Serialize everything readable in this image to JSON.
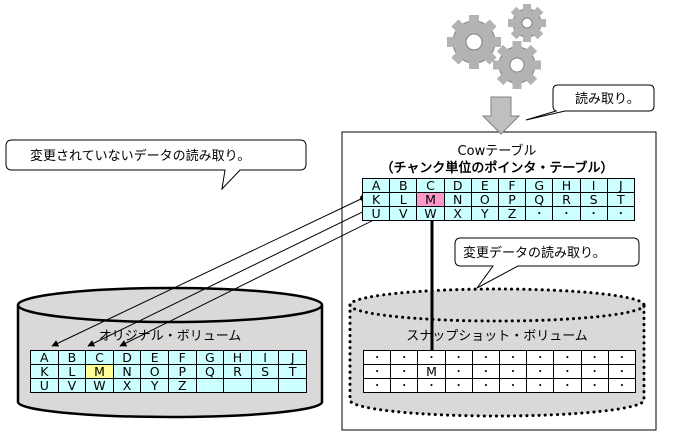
{
  "callouts": {
    "unchanged_read": "変更されていないデータの読み取り。",
    "read": "読み取り。",
    "changed_read": "変更データの読み取り。"
  },
  "cow_table": {
    "title": "Cowテーブル",
    "subtitle": "（チャンク単位のポインタ・テーブル）",
    "rows": [
      [
        "A",
        "B",
        "C",
        "D",
        "E",
        "F",
        "G",
        "H",
        "I",
        "J"
      ],
      [
        "K",
        "L",
        "M",
        "N",
        "O",
        "P",
        "Q",
        "R",
        "S",
        "T"
      ],
      [
        "U",
        "V",
        "W",
        "X",
        "Y",
        "Z",
        "･",
        "･",
        "･",
        "･"
      ]
    ],
    "highlight": {
      "row": 1,
      "col": 2,
      "color": "#ff99cc"
    }
  },
  "original_volume": {
    "label": "オリジナル・ボリューム",
    "rows": [
      [
        "A",
        "B",
        "C",
        "D",
        "E",
        "F",
        "G",
        "H",
        "I",
        "J"
      ],
      [
        "K",
        "L",
        "M",
        "N",
        "O",
        "P",
        "Q",
        "R",
        "S",
        "T"
      ],
      [
        "U",
        "V",
        "W",
        "X",
        "Y",
        "Z",
        "",
        "",
        "",
        ""
      ]
    ],
    "highlight": {
      "row": 1,
      "col": 2,
      "color": "#ffff99"
    }
  },
  "snapshot_volume": {
    "label": "スナップショット・ボリューム",
    "rows": [
      [
        "･",
        "･",
        "･",
        "･",
        "･",
        "･",
        "･",
        "･",
        "･",
        "･"
      ],
      [
        "･",
        "･",
        "M",
        "･",
        "･",
        "･",
        "･",
        "･",
        "･",
        "･"
      ],
      [
        "･",
        "･",
        "･",
        "･",
        "･",
        "･",
        "･",
        "･",
        "･",
        "･"
      ]
    ]
  },
  "icons": [
    "gears-icon",
    "down-arrow-icon"
  ],
  "colors": {
    "cyan_cell": "#ccffff",
    "pink": "#ff99cc",
    "yellow": "#ffff99",
    "cylinder": "#d9d9d9"
  }
}
